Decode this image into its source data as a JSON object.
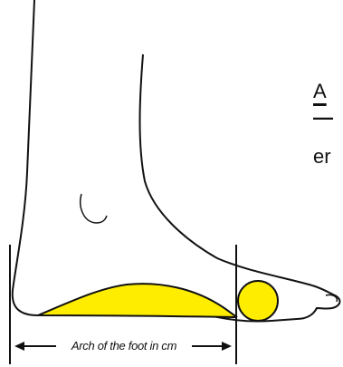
{
  "diagram": {
    "label_arch": "Arch of the foot in cm",
    "side_text_top": "A",
    "side_text_dash": "—",
    "side_text_bottom": "er",
    "colors": {
      "insole_fill": "#ffed00",
      "outline": "#111111",
      "background": "#ffffff"
    }
  }
}
